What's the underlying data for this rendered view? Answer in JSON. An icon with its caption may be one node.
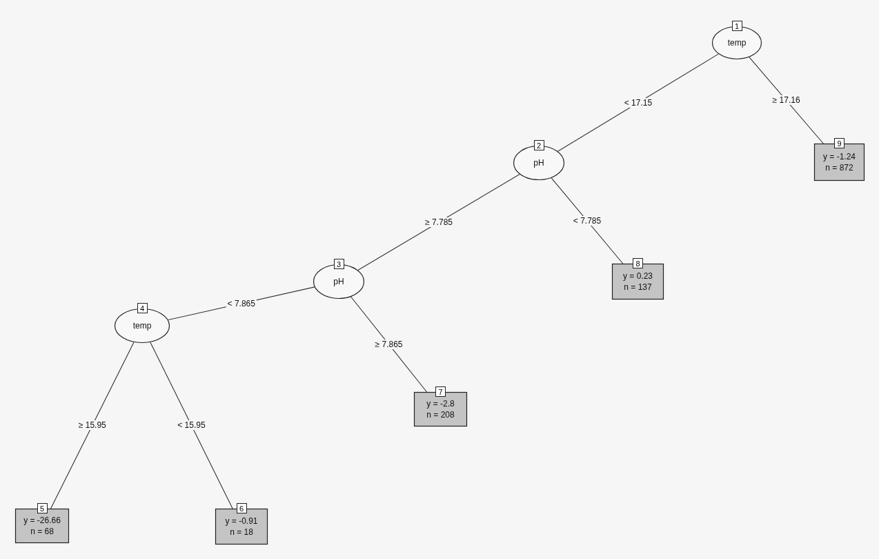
{
  "diagram": {
    "nodes": [
      {
        "text": [
          "1",
          "temp"
        ]
      },
      {
        "text": [
          "2",
          "pH"
        ]
      },
      {
        "text": [
          "3",
          "pH"
        ]
      },
      {
        "text": [
          "4",
          "temp"
        ]
      },
      {
        "text": [
          "5",
          "y = -26.66",
          "n = 68"
        ]
      },
      {
        "text": [
          "6",
          "y = -0.91",
          "n = 18"
        ]
      },
      {
        "text": [
          "7",
          "y = -2.8",
          "n = 208"
        ]
      },
      {
        "text": [
          "8",
          "y = 0.23",
          "n = 137"
        ]
      },
      {
        "text": [
          "9",
          "y = -1.24",
          "n = 872"
        ]
      }
    ],
    "edges": [
      {
        "from": 0,
        "to": 1,
        "arrow": "none",
        "label": "< 17.15"
      },
      {
        "from": 0,
        "to": 8,
        "arrow": "none",
        "label": "≥ 17.16"
      },
      {
        "from": 1,
        "to": 2,
        "arrow": "none",
        "label": "≥ 7.785"
      },
      {
        "from": 1,
        "to": 7,
        "arrow": "none",
        "label": "< 7.785"
      },
      {
        "from": 2,
        "to": 3,
        "arrow": "none",
        "label": "< 7.865"
      },
      {
        "from": 2,
        "to": 6,
        "arrow": "none",
        "label": "≥ 7.865"
      },
      {
        "from": 3,
        "to": 4,
        "arrow": "none",
        "label": "≥ 15.95"
      },
      {
        "from": 3,
        "to": 5,
        "arrow": "none",
        "label": "< 15.95"
      }
    ]
  }
}
